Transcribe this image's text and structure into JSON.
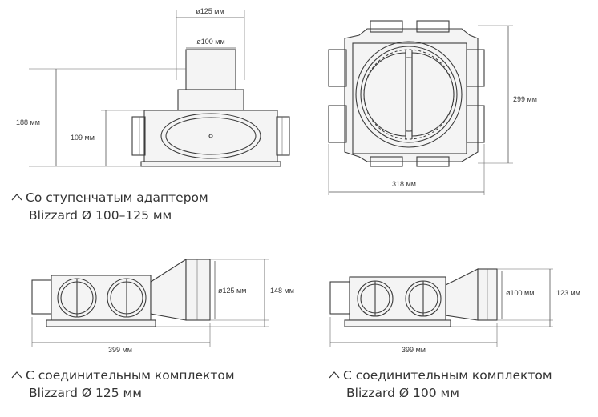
{
  "diagram": {
    "top_left": {
      "dim_top": "ø125 мм",
      "dim_neck": "ø100 мм",
      "dim_total_height": "188 мм",
      "dim_body_height": "109 мм",
      "caption_line1": "Со ступенчатым адаптером",
      "caption_line2": "Blizzard Ø 100–125 мм"
    },
    "top_right": {
      "dim_height": "299 мм",
      "dim_width": "318 мм"
    },
    "bottom_left": {
      "dim_diameter": "ø125 мм",
      "dim_height": "148 мм",
      "dim_length": "399 мм",
      "caption_line1": "С соединительным комплектом",
      "caption_line2": "Blizzard Ø 125 мм"
    },
    "bottom_right": {
      "dim_diameter": "ø100 мм",
      "dim_height": "123 мм",
      "dim_length": "399 мм",
      "caption_line1": "С соединительным комплектом",
      "caption_line2": "Blizzard Ø 100 мм"
    }
  }
}
